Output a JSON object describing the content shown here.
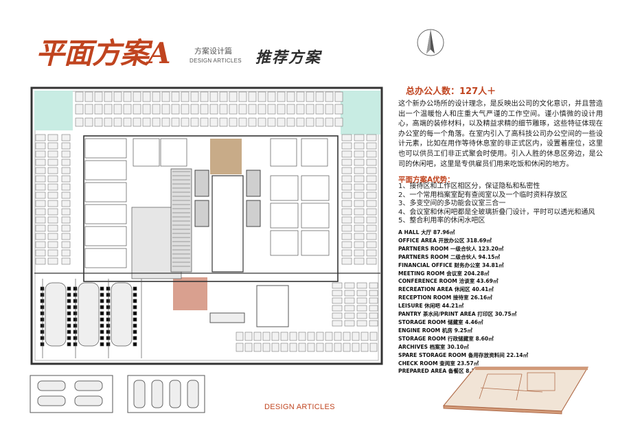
{
  "header": {
    "title": "平面方案A",
    "subtitle_cn": "方案设计篇",
    "subtitle_en": "DESIGN ARTICLES",
    "scheme_label": "推荐方案"
  },
  "headcount": "总办公人数：127人＋",
  "description": "这个新办公场所的设计理念，是反映出公司的文化意识，并且营造出一个温暖怡人和庄重大气严谨的工作空间。谨小慎微的设计用心，高端的装修材料，以及精益求精的细节雕琢，这些特征体现在办公室的每一个角落。在室内引入了高科技公司办公空间的一些设计元素，比如在用作等待休息室的非正式区内，设置着座位，这里也可以供员工们非正式聚会时使用。引入人胜的休息区旁边，是公司的休闲吧，这里是专供雇员们用来吃饭和休闲的地方。",
  "advantages": {
    "title": "平面方案A优势：",
    "items": [
      "1、接待区和工作区相区分，保证隐私和私密性",
      "2、一个常用档案室配有查阅室以及一个临时资料存放区",
      "3、多变空间的多功能会议室三合一",
      "4、会议室和休闲吧都是全玻璃折叠门设计，平时可以透光和通风",
      "5、整合利用率的休闲水吧区"
    ]
  },
  "areas": [
    "A  HALL 大厅  87.96㎡",
    "OFFICE AREA  开放办公区   318.69㎡",
    "PARTNERS ROOM 一级合伙人  123.20㎡",
    "PARTNERS ROOM 二级合伙人  94.15㎡",
    "FINANCIAL OFFICE  财务办公室  34.81㎡",
    "MEETING ROOM  会议室          204.28㎡",
    "CONFERENCE ROOM 洽谈室      43.69㎡",
    "RECREATION AREA  休闲区   40.41㎡",
    "RECEPTION ROOM  接待室  26.16㎡",
    "LEISURE 休闲吧    44.21㎡",
    "PANTRY 茶水间/PRINT AREA 打印区   30.75㎡",
    "STORAGE ROOM 储藏室 4.46㎡",
    "ENGINE ROOM 机房  9.25㎡",
    "STORAGE ROOM 行政储藏室 8.60㎡",
    "ARCHIVES 档案室 30.10㎡",
    "SPARE STORAGE ROOM 备用存放资料间  22.14㎡",
    "CHECK ROOM 查阅室  23.57㎡",
    "PREPARED AREA 备餐区 8.36㎡"
  ],
  "footer": "DESIGN ARTICLES",
  "colors": {
    "accent": "#c0441f",
    "zone_green": "#c8ece3",
    "zone_wood": "#c8ab88",
    "zone_terracotta": "#d9a08f"
  },
  "icons": [
    "compass-icon"
  ]
}
